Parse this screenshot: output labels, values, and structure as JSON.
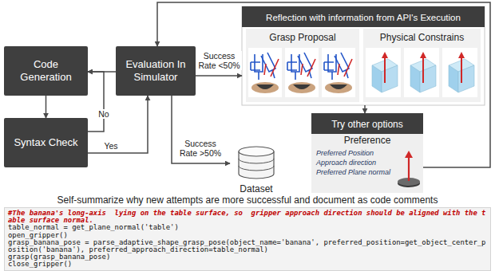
{
  "diagram": {
    "nodes": [
      {
        "text": [
          "Code Generation"
        ]
      },
      {
        "text": [
          "Evaluation In Simulator"
        ]
      },
      {
        "text": [
          "Syntax Check"
        ]
      },
      {
        "text": [
          "Reflection with information from API's Execution"
        ]
      },
      {
        "text": [
          "Grasp Proposal"
        ],
        "in": 3
      },
      {
        "text": [
          "Physical Constrains"
        ],
        "in": 3
      },
      {
        "text": [
          "Dataset"
        ]
      },
      {
        "text": [
          "Try other options"
        ]
      },
      {
        "text": [
          "Preference",
          "Preferred Position",
          "Approach direction",
          "Preferred Plane normal"
        ],
        "in": 7
      }
    ],
    "edges": [
      {
        "from": 0,
        "to": 2,
        "arrow": "to"
      },
      {
        "from": 1,
        "to": 0,
        "arrow": "to"
      },
      {
        "from": 2,
        "to": 0,
        "arrow": "to",
        "label": "No"
      },
      {
        "from": 2,
        "to": 1,
        "arrow": "to",
        "label": "Yes"
      },
      {
        "from": 1,
        "to": 3,
        "arrow": "to",
        "label": "Success Rate <50%"
      },
      {
        "from": 1,
        "to": 6,
        "arrow": "to",
        "label": "Success Rate >50%"
      },
      {
        "from": 3,
        "to": 7,
        "arrow": "to"
      },
      {
        "from": 8,
        "to": 1,
        "arrow": "to"
      }
    ],
    "labels": [
      "Self-summarize why new attempts are more successful and document as code comments",
      "#The banana's long-axis  lying on the table surface, so  gripper approach direction should be aligned with the table surface normal.",
      "table_normal = get_plane_normal('table')",
      "open_gripper()",
      "grasp_banana_pose = parse_adaptive_shape_grasp_pose(object_name='banana', preferred_position=get_object_center_position('banana'), preferred_approach_direction=table_normal)",
      "grasp(grasp_banana_pose)",
      "close_gripper()"
    ]
  }
}
